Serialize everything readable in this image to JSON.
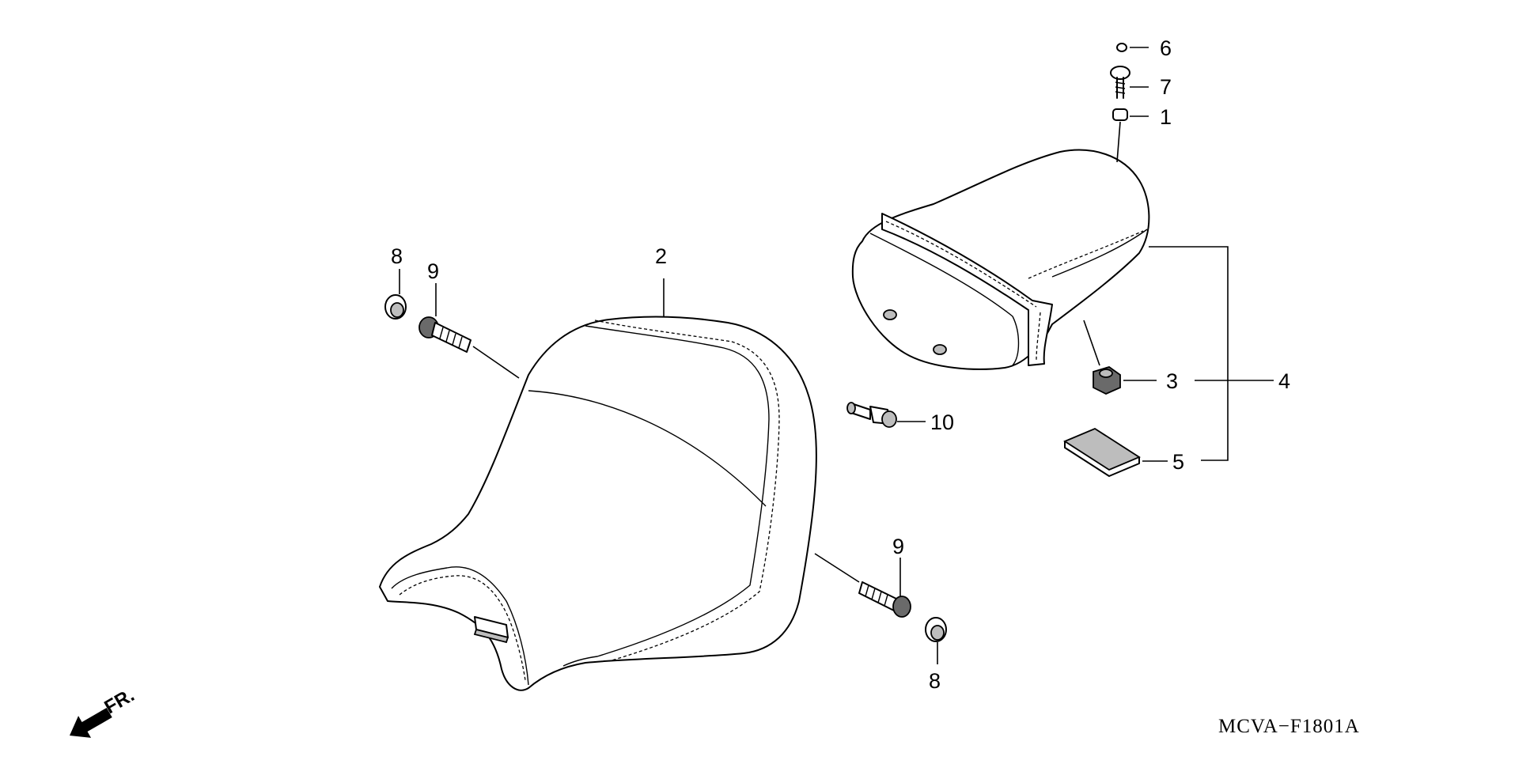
{
  "diagram": {
    "callouts": [
      "1",
      "2",
      "3",
      "4",
      "5",
      "6",
      "7",
      "8",
      "9",
      "10"
    ],
    "diagram_code": "MCVA−F1801A",
    "front_marker": "FR."
  },
  "icons": {
    "front_arrow": "front-direction-arrow-icon"
  }
}
